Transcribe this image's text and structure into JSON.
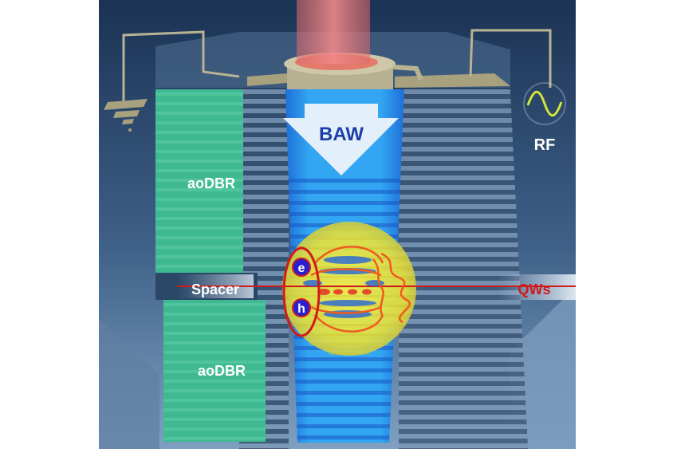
{
  "labels": {
    "baw": "BAW",
    "rf": "RF",
    "aodbr_top": "aoDBR",
    "aodbr_bottom": "aoDBR",
    "spacer": "Spacer",
    "qws": "QWs",
    "electron": "e",
    "hole": "h"
  },
  "colors": {
    "background_dark": "#1f3a5a",
    "background_light": "#6f8fb0",
    "dbr_green": "#3fb991",
    "dbr_stripe": "#7a96b4",
    "beam_blue": "#2f9cf0",
    "beam_arrow": "#dfeefb",
    "baw_text": "#1c3ea8",
    "laser_red": "#e06a6a",
    "cavity_yellow": "#f1e93a",
    "qw_line": "#d11a1a",
    "spacer_band": "#9fb5cc",
    "electrode_gold": "#a8a17e",
    "rf_wave": "#d4e63a"
  },
  "icons": {
    "rf_source": "sine-wave-icon",
    "ground": "ground-symbol-icon"
  }
}
